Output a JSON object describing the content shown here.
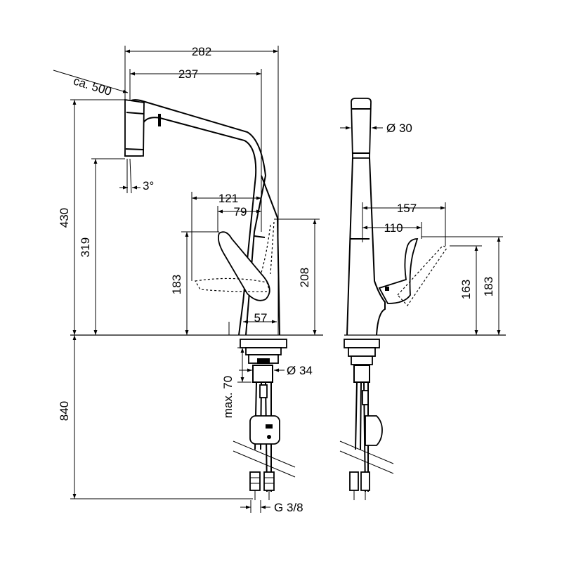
{
  "dimensions": {
    "top_width": "282",
    "spout_width": "237",
    "pullout": "ca. 500",
    "height_total": "430",
    "spout_height": "319",
    "angle": "3°",
    "lever_reach": "121",
    "lever_offset": "79",
    "lever_height": "183",
    "lever_top_height": "208",
    "base_width": "57",
    "shank_length": "max. 70",
    "shank_diameter": "Ø 34",
    "hose_length": "840",
    "connection": "G 3/8",
    "head_diameter": "Ø 30",
    "side_reach": "157",
    "side_offset": "110",
    "side_height_a": "163",
    "side_height_b": "183"
  }
}
